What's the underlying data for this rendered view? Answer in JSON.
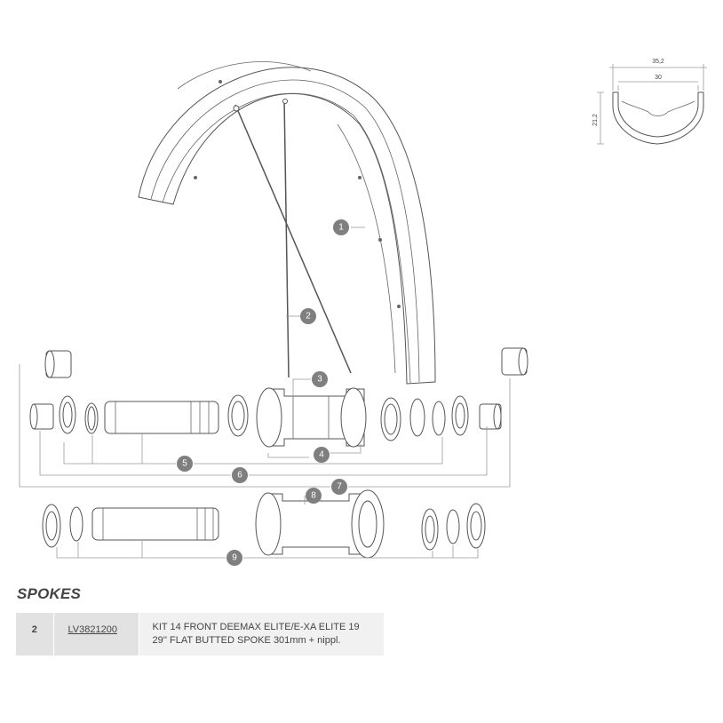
{
  "diagram": {
    "callouts": [
      "1",
      "2",
      "3",
      "4",
      "5",
      "6",
      "7",
      "8",
      "9"
    ],
    "rim_profile": {
      "outer_width": "35,2",
      "inner_width": "30",
      "height": "21,2"
    }
  },
  "section": {
    "title": "SPOKES"
  },
  "table": {
    "rows": [
      {
        "ref": "2",
        "code": "LV3821200",
        "description_line1": "KIT 14 FRONT DEEMAX ELITE/E-XA ELITE 19",
        "description_line2": "29'' FLAT BUTTED SPOKE 301mm + nippl."
      }
    ]
  },
  "colors": {
    "callout_fill": "#7f7f7f",
    "table_cell_dark": "#e2e2e2",
    "table_cell_light": "#f1f1f1"
  }
}
